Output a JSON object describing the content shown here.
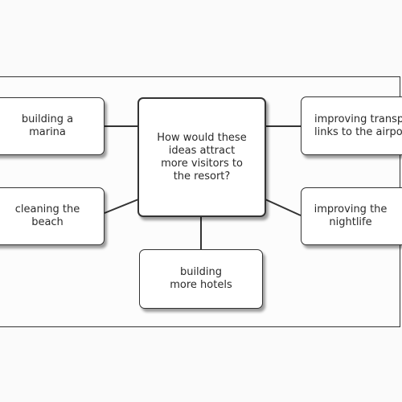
{
  "diagram": {
    "central": "How would these ideas attract more visitors to the resort?",
    "ideas": [
      {
        "id": "marina",
        "text": "building a\nmarina"
      },
      {
        "id": "beach",
        "text": "cleaning the\nbeach"
      },
      {
        "id": "hotels",
        "text": "building\nmore hotels"
      },
      {
        "id": "transport",
        "text": "improving transp\nlinks to the airpo"
      },
      {
        "id": "nightlife",
        "text": "improving the\nnightlife"
      }
    ]
  }
}
